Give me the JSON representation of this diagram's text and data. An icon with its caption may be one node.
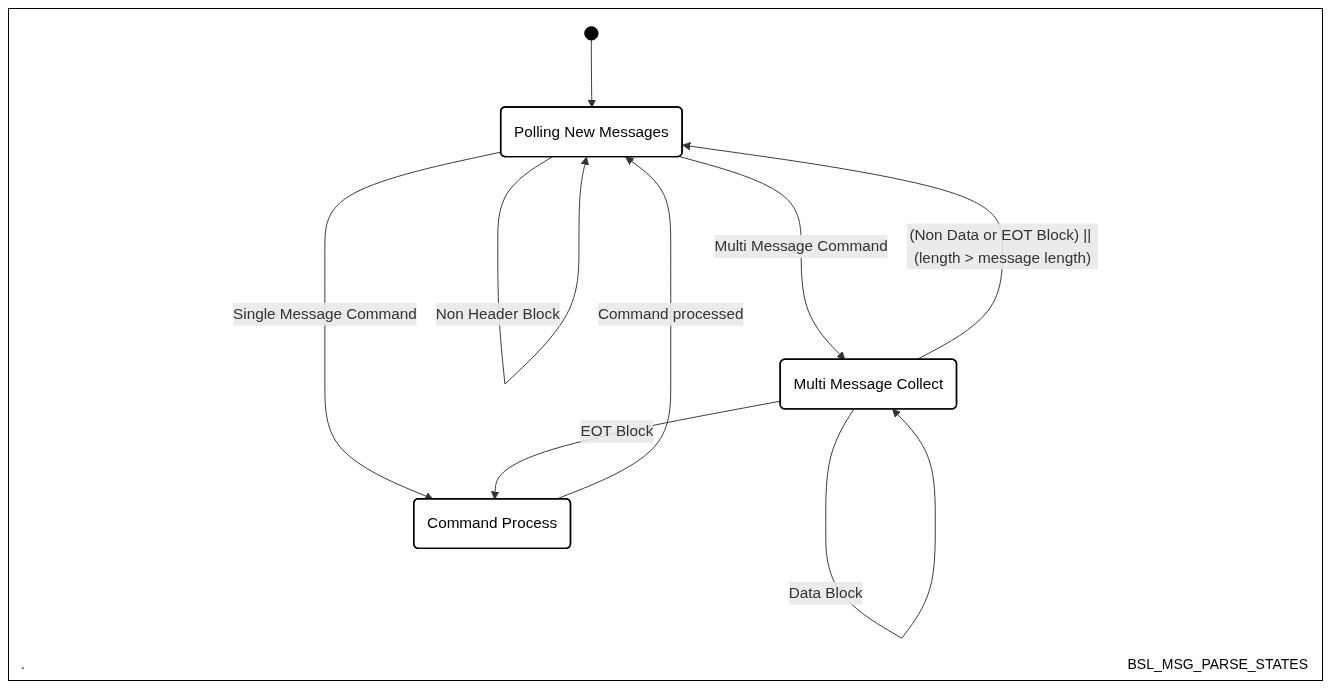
{
  "diagram": {
    "nodes": [
      {
        "text": [],
        "shape": "circle"
      },
      {
        "text": [
          "Polling New Messages"
        ]
      },
      {
        "text": [
          "Multi Message Collect"
        ]
      },
      {
        "text": [
          "Command Process"
        ]
      }
    ],
    "edges": [
      {
        "from": 0,
        "to": 1,
        "arrow": "to"
      },
      {
        "from": 1,
        "to": 1,
        "arrow": "to",
        "label": "Non Header Block"
      },
      {
        "from": 3,
        "to": 1,
        "arrow": "to",
        "label": "Command processed"
      },
      {
        "from": 2,
        "to": 1,
        "arrow": "to",
        "label": "(Non Data or EOT Block) || (length > message length)"
      },
      {
        "from": 1,
        "to": 2,
        "arrow": "to",
        "label": "Multi Message Command"
      },
      {
        "from": 1,
        "to": 3,
        "arrow": "to",
        "label": "Single Message Command"
      },
      {
        "from": 2,
        "to": 3,
        "arrow": "to",
        "label": "EOT Block"
      },
      {
        "from": 2,
        "to": 2,
        "arrow": "to",
        "label": "Data Block"
      }
    ],
    "labels": [
      ".",
      "BSL_MSG_PARSE_STATES"
    ]
  }
}
